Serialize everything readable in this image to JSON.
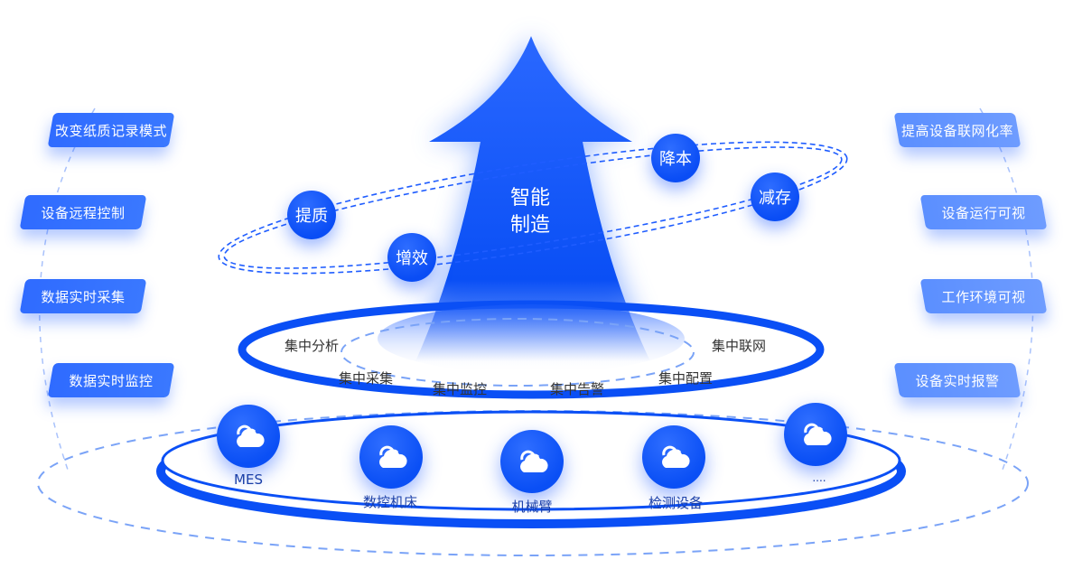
{
  "title": "智能制造",
  "colors": {
    "primary": "#0a4ff5",
    "left_tag": "#2f6bff",
    "right_tag": "#6293ff",
    "dashed": "#7aa3f7",
    "ring_label": "#333333",
    "node_label": "#1a3fa8"
  },
  "left_tags": [
    {
      "label": "改变纸质记录模式"
    },
    {
      "label": "设备远程控制"
    },
    {
      "label": "数据实时采集"
    },
    {
      "label": "数据实时监控"
    }
  ],
  "right_tags": [
    {
      "label": "提高设备联网化率"
    },
    {
      "label": "设备运行可视"
    },
    {
      "label": "工作环境可视"
    },
    {
      "label": "设备实时报警"
    }
  ],
  "arrow": {
    "title_line1": "智能",
    "title_line2": "制造"
  },
  "orbit_bubbles": [
    {
      "label": "提质"
    },
    {
      "label": "增效"
    },
    {
      "label": "降本"
    },
    {
      "label": "减存"
    }
  ],
  "ring_labels": [
    {
      "label": "集中分析"
    },
    {
      "label": "集中采集"
    },
    {
      "label": "集中监控"
    },
    {
      "label": "集中告警"
    },
    {
      "label": "集中配置"
    },
    {
      "label": "集中联网"
    }
  ],
  "nodes": [
    {
      "label": "MES",
      "icon": "cloud-icon"
    },
    {
      "label": "数控机床",
      "icon": "cloud-icon"
    },
    {
      "label": "机械臂",
      "icon": "cloud-icon"
    },
    {
      "label": "检测设备",
      "icon": "cloud-icon"
    },
    {
      "label": "....",
      "icon": "cloud-icon"
    }
  ]
}
